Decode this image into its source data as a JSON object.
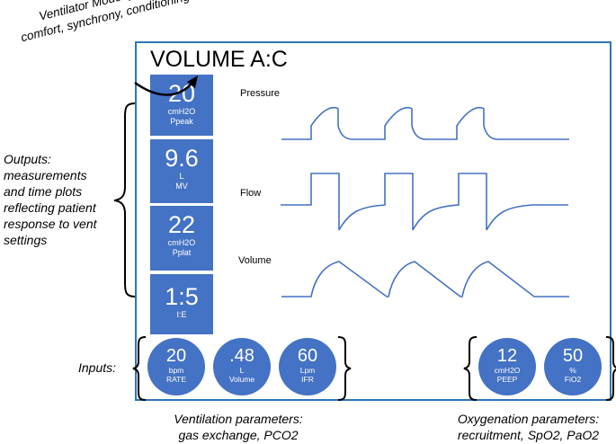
{
  "annotations": {
    "mode_note_line1": "Ventilator Mode: patient",
    "mode_note_line2": "comfort, synchrony, conditioning",
    "outputs_note": [
      "Outputs:",
      "measurements",
      "and time plots",
      "reflecting patient",
      "response to vent",
      "settings"
    ],
    "inputs_note": "Inputs:",
    "ventilation_note_line1": "Ventilation parameters:",
    "ventilation_note_line2": "gas exchange, PCO2",
    "oxygenation_note_line1": "Oxygenation parameters:",
    "oxygenation_note_line2": "recruitment, SpO2, PaO2"
  },
  "screen": {
    "mode_title": "VOLUME A:C"
  },
  "outputs": [
    {
      "value": "20",
      "unit": "cmH2O",
      "label": "Ppeak"
    },
    {
      "value": "9.6",
      "unit": "L",
      "label": "MV"
    },
    {
      "value": "22",
      "unit": "cmH2O",
      "label": "Pplat"
    },
    {
      "value": "1:5",
      "unit": "",
      "label": "I:E"
    }
  ],
  "waveforms": {
    "pressure_label": "Pressure",
    "flow_label": "Flow",
    "volume_label": "Volume"
  },
  "inputs_ventilation": [
    {
      "value": "20",
      "unit": "bpm",
      "label": "RATE"
    },
    {
      "value": ".48",
      "unit": "L",
      "label": "Volume"
    },
    {
      "value": "60",
      "unit": "Lpm",
      "label": "IFR"
    }
  ],
  "inputs_oxygenation": [
    {
      "value": "12",
      "unit": "cmH2O",
      "label": "PEEP"
    },
    {
      "value": "50",
      "unit": "%",
      "label": "FiO2"
    }
  ],
  "colors": {
    "tile": "#4472c4",
    "frame": "#2e75b6",
    "wave": "#4472c4"
  }
}
